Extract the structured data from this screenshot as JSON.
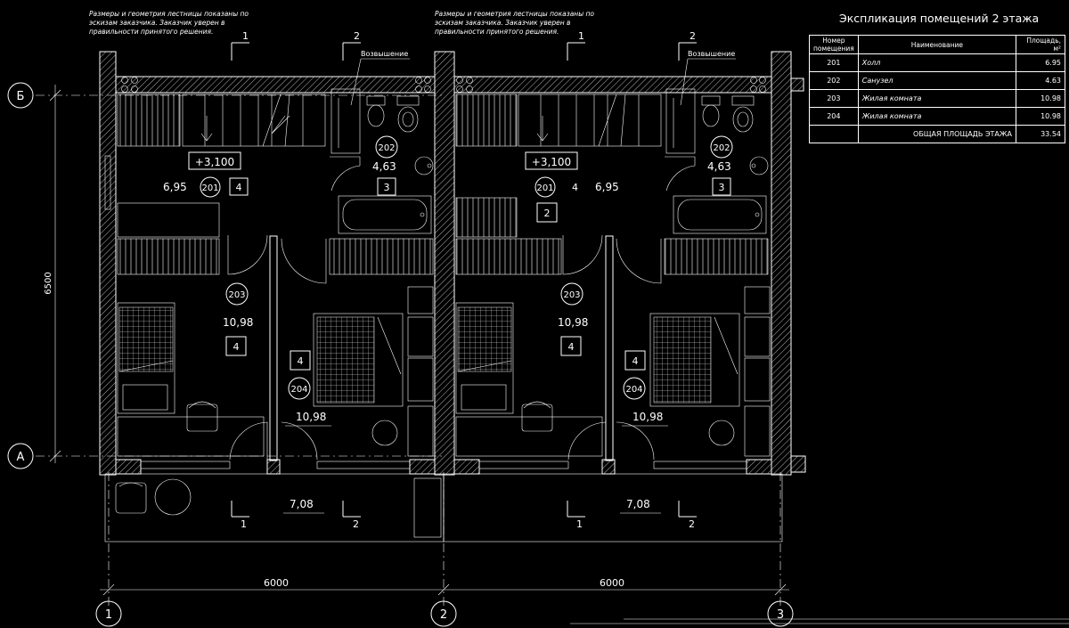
{
  "notes": {
    "stair_note": "Размеры и геометрия лестницы показаны по эскизам заказчика. Заказчик уверен в правильности принятого решения.",
    "raised_label": "Возвышение"
  },
  "sections": {
    "s1": "1",
    "s2": "2"
  },
  "grid": {
    "rows": [
      "Б",
      "А"
    ],
    "cols": [
      "1",
      "2",
      "3"
    ],
    "dim_height": "6500",
    "dim_widths": [
      "6000",
      "6000"
    ]
  },
  "units": [
    {
      "level": "+3,100",
      "hall": {
        "id": "201",
        "area": "6,95",
        "finish": "4"
      },
      "bath": {
        "id": "202",
        "area": "4,63",
        "finish": "3"
      },
      "room203": {
        "id": "203",
        "area": "10,98",
        "finish": "4"
      },
      "room204": {
        "id": "204",
        "area": "10,98",
        "finish": "4"
      },
      "balcony": {
        "area": "7,08"
      }
    },
    {
      "level": "+3,100",
      "hall": {
        "id": "201",
        "area": "6,95",
        "finish": "4"
      },
      "extra_finish": "2",
      "bath": {
        "id": "202",
        "area": "4,63",
        "finish": "3"
      },
      "room203": {
        "id": "203",
        "area": "10,98",
        "finish": "4"
      },
      "room204": {
        "id": "204",
        "area": "10,98",
        "finish": "4"
      },
      "balcony": {
        "area": "7,08"
      }
    }
  ],
  "explication": {
    "title": "Экспликация помещений 2 этажа",
    "headers": {
      "num": "Номер помещения",
      "name": "Наименование",
      "area": "Площадь, м²"
    },
    "rows": [
      {
        "num": "201",
        "name": "Холл",
        "area": "6.95"
      },
      {
        "num": "202",
        "name": "Санузел",
        "area": "4.63"
      },
      {
        "num": "203",
        "name": "Жилая комната",
        "area": "10.98"
      },
      {
        "num": "204",
        "name": "Жилая комната",
        "area": "10.98"
      }
    ],
    "total_label": "ОБЩАЯ ПЛОЩАДЬ ЭТАЖА",
    "total_value": "33.54"
  }
}
